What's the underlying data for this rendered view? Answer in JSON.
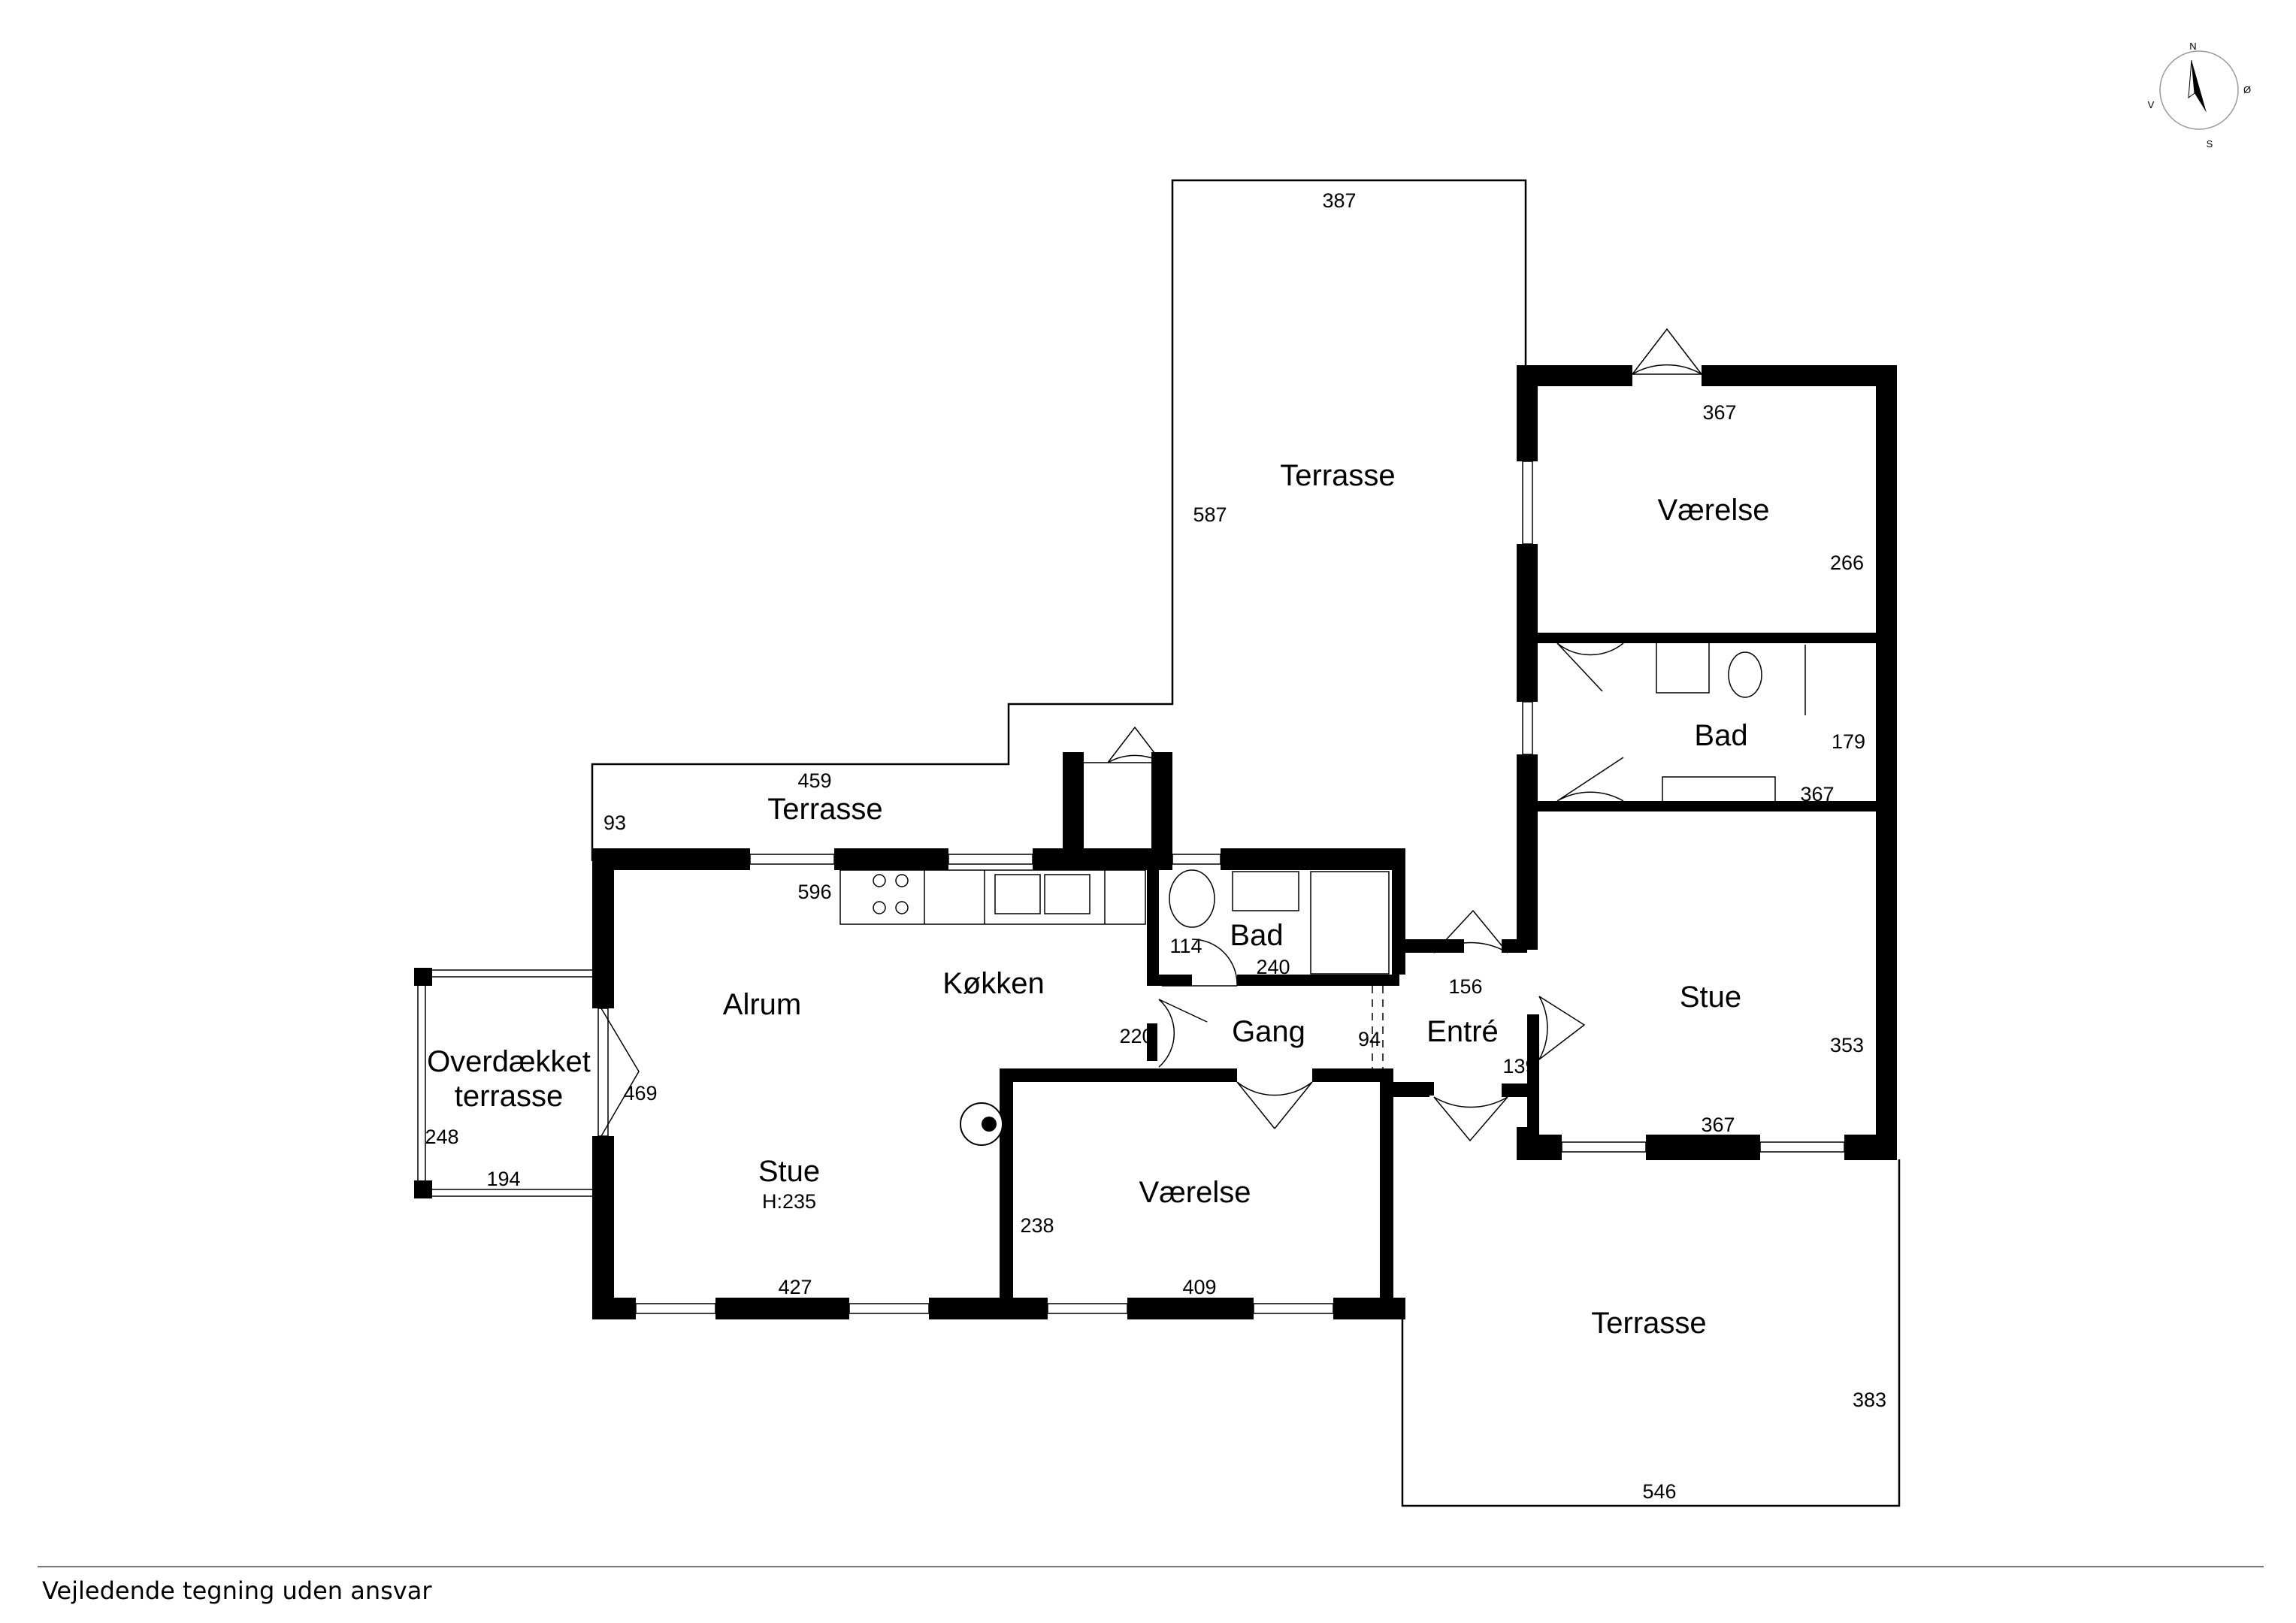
{
  "rooms": {
    "terrasse_north": "Terrasse",
    "terrasse_west": "Terrasse",
    "terrasse_south": "Terrasse",
    "overdaekket_line1": "Overdækket",
    "overdaekket_line2": "terrasse",
    "alrum": "Alrum",
    "koekken": "Køkken",
    "stue_main": "Stue",
    "stue_main_height": "H:235",
    "bad_small": "Bad",
    "gang": "Gang",
    "entre": "Entré",
    "vaerelse_south": "Værelse",
    "vaerelse_north": "Værelse",
    "bad_east": "Bad",
    "stue_east": "Stue"
  },
  "dimensions": {
    "terrasse_north_w": "387",
    "terrasse_north_h": "587",
    "terrasse_west_w": "459",
    "terrasse_west_h": "93",
    "kitchen_w": "596",
    "overdaekket_h": "469",
    "overdaekket_w": "194",
    "overdaekket_side": "248",
    "stue_main_w": "427",
    "bad_small_w": "240",
    "bad_small_h": "114",
    "gang_h": "220",
    "entre_left": "94",
    "entre_w": "156",
    "entre_h": "139",
    "vaerelse_south_w": "409",
    "vaerelse_south_h": "238",
    "vaerelse_north_w": "367",
    "vaerelse_north_h": "266",
    "bad_east_h": "179",
    "bad_east_w": "367",
    "stue_east_h": "353",
    "stue_east_w": "367",
    "terrasse_south_h": "383",
    "terrasse_south_w": "546"
  },
  "compass": {
    "n": "N",
    "s": "S",
    "e": "Ø",
    "w": "V"
  },
  "footer": "Vejledende tegning uden ansvar"
}
